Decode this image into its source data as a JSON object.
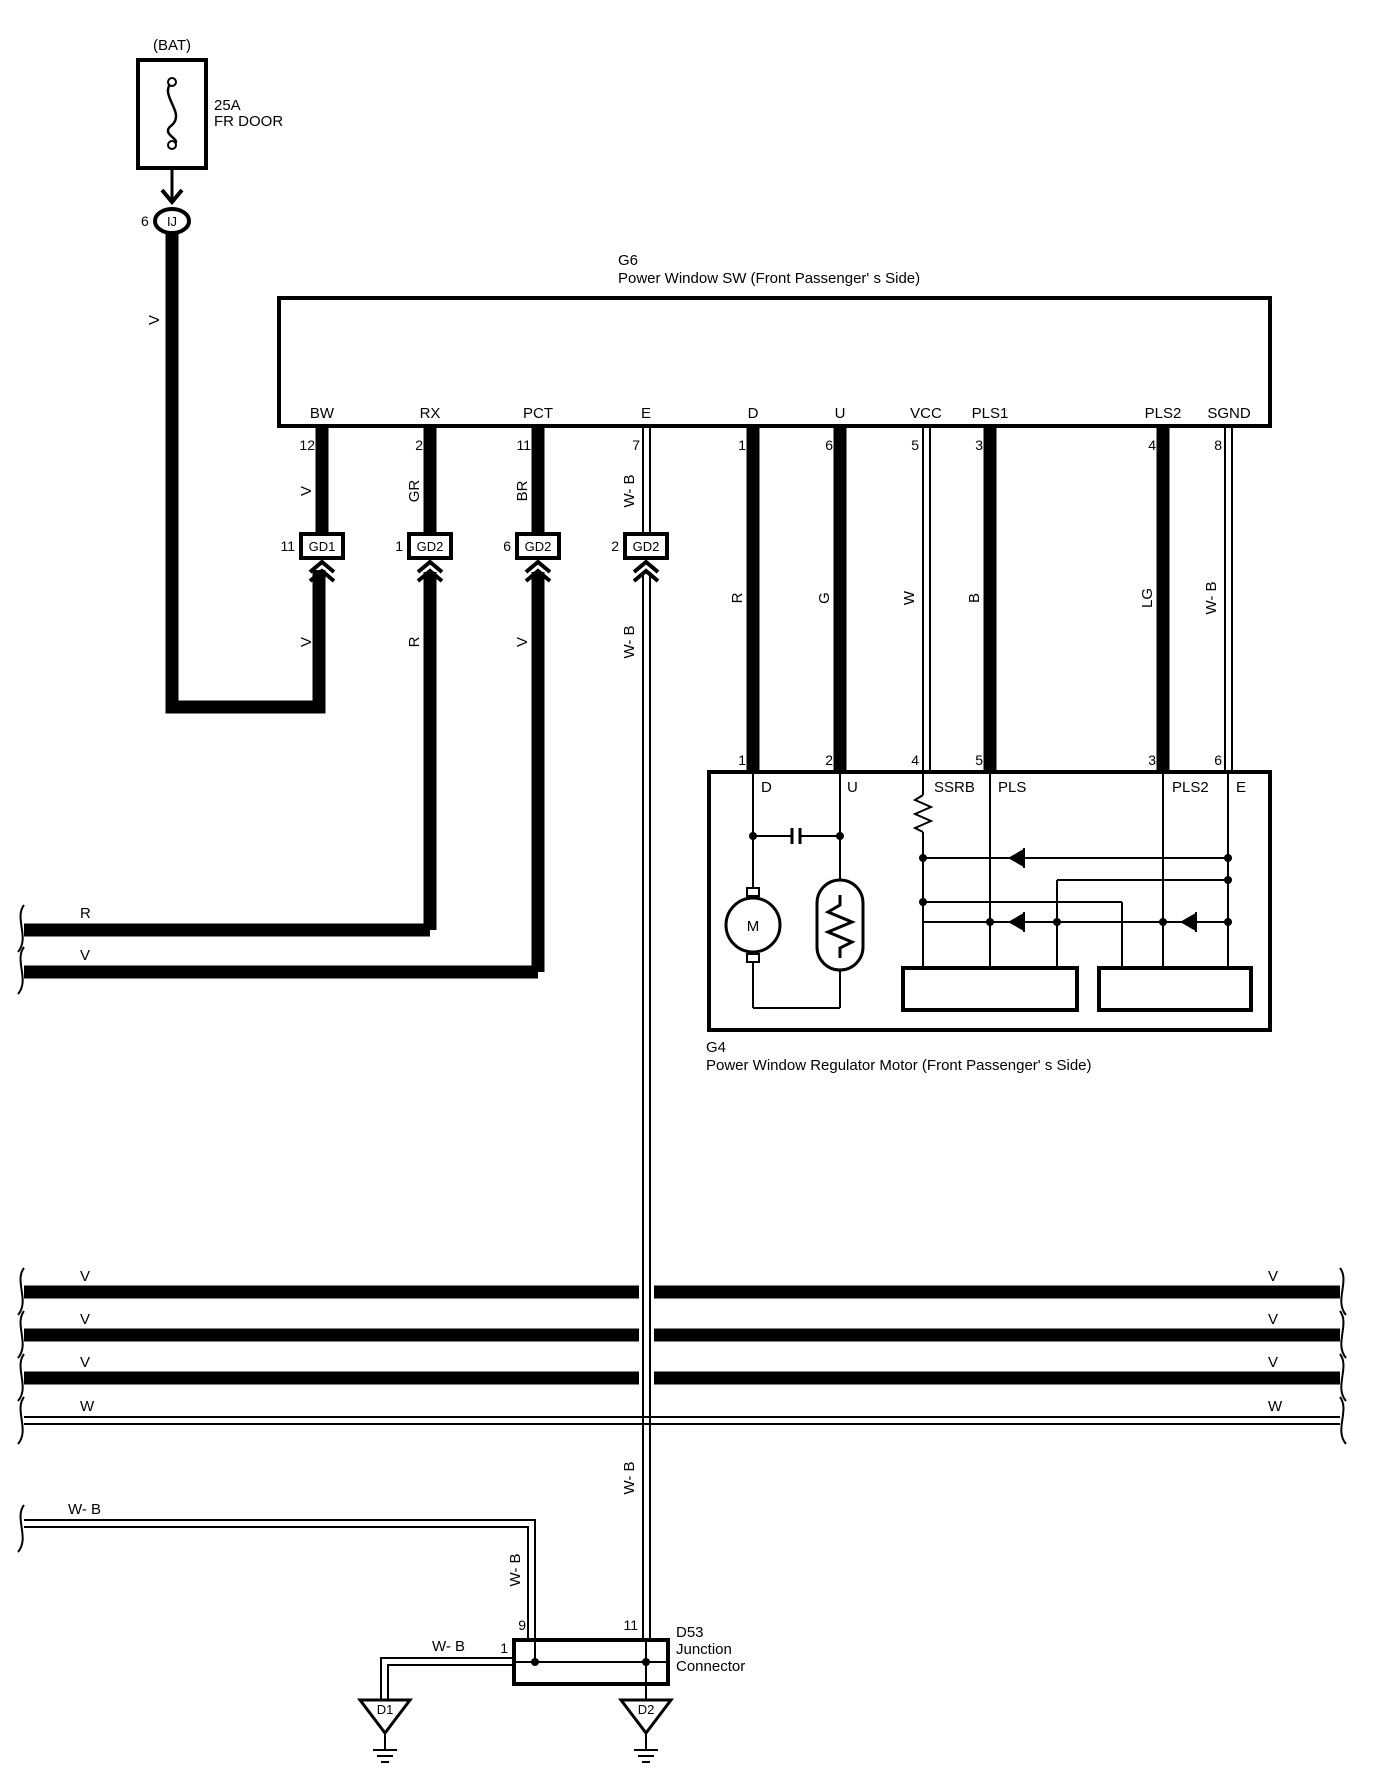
{
  "fuse": {
    "source": "(BAT)",
    "rating": "25A",
    "name": "FR DOOR"
  },
  "ij_connector": {
    "pin": "6",
    "label": "IJ"
  },
  "bat_wire_color": "V",
  "switch": {
    "id": "G6",
    "name": "Power Window SW (Front Passenger' s Side)",
    "terminals": [
      "BW",
      "RX",
      "PCT",
      "E",
      "D",
      "U",
      "VCC",
      "PLS1",
      "PLS2",
      "SGND"
    ],
    "pins": [
      "12",
      "2",
      "11",
      "7",
      "1",
      "6",
      "5",
      "3",
      "4",
      "8"
    ]
  },
  "gd_connectors": [
    {
      "pin": "11",
      "label": "GD1",
      "upper_wire": "V",
      "lower_wire": "V"
    },
    {
      "pin": "1",
      "label": "GD2",
      "upper_wire": "GR",
      "lower_wire": "R"
    },
    {
      "pin": "6",
      "label": "GD2",
      "upper_wire": "BR",
      "lower_wire": "V"
    },
    {
      "pin": "2",
      "label": "GD2",
      "upper_wire": "W- B",
      "lower_wire": "W- B"
    }
  ],
  "motor_wires": [
    "R",
    "G",
    "W",
    "B",
    "LG",
    "W- B"
  ],
  "motor": {
    "id": "G4",
    "name": "Power Window Regulator Motor (Front Passenger' s Side)",
    "pins": [
      "1",
      "2",
      "4",
      "5",
      "3",
      "6"
    ],
    "terminals": [
      "D",
      "U",
      "SSRB",
      "PLS",
      "PLS2",
      "E"
    ],
    "motor_symbol": "M"
  },
  "left_bus": [
    "R",
    "V"
  ],
  "main_bus": {
    "left": [
      "V",
      "V",
      "V",
      "W"
    ],
    "right": [
      "V",
      "V",
      "V",
      "W"
    ]
  },
  "ground_section": {
    "left_wire": "W- B",
    "vert_wire": "W- B",
    "pin9": "9",
    "pin11": "11",
    "pin1": "1",
    "d1_wire": "W- B",
    "e_wire_lower": "W- B"
  },
  "junction": {
    "id": "D53",
    "line1": "Junction",
    "line2": "Connector"
  },
  "grounds": [
    "D1",
    "D2"
  ]
}
